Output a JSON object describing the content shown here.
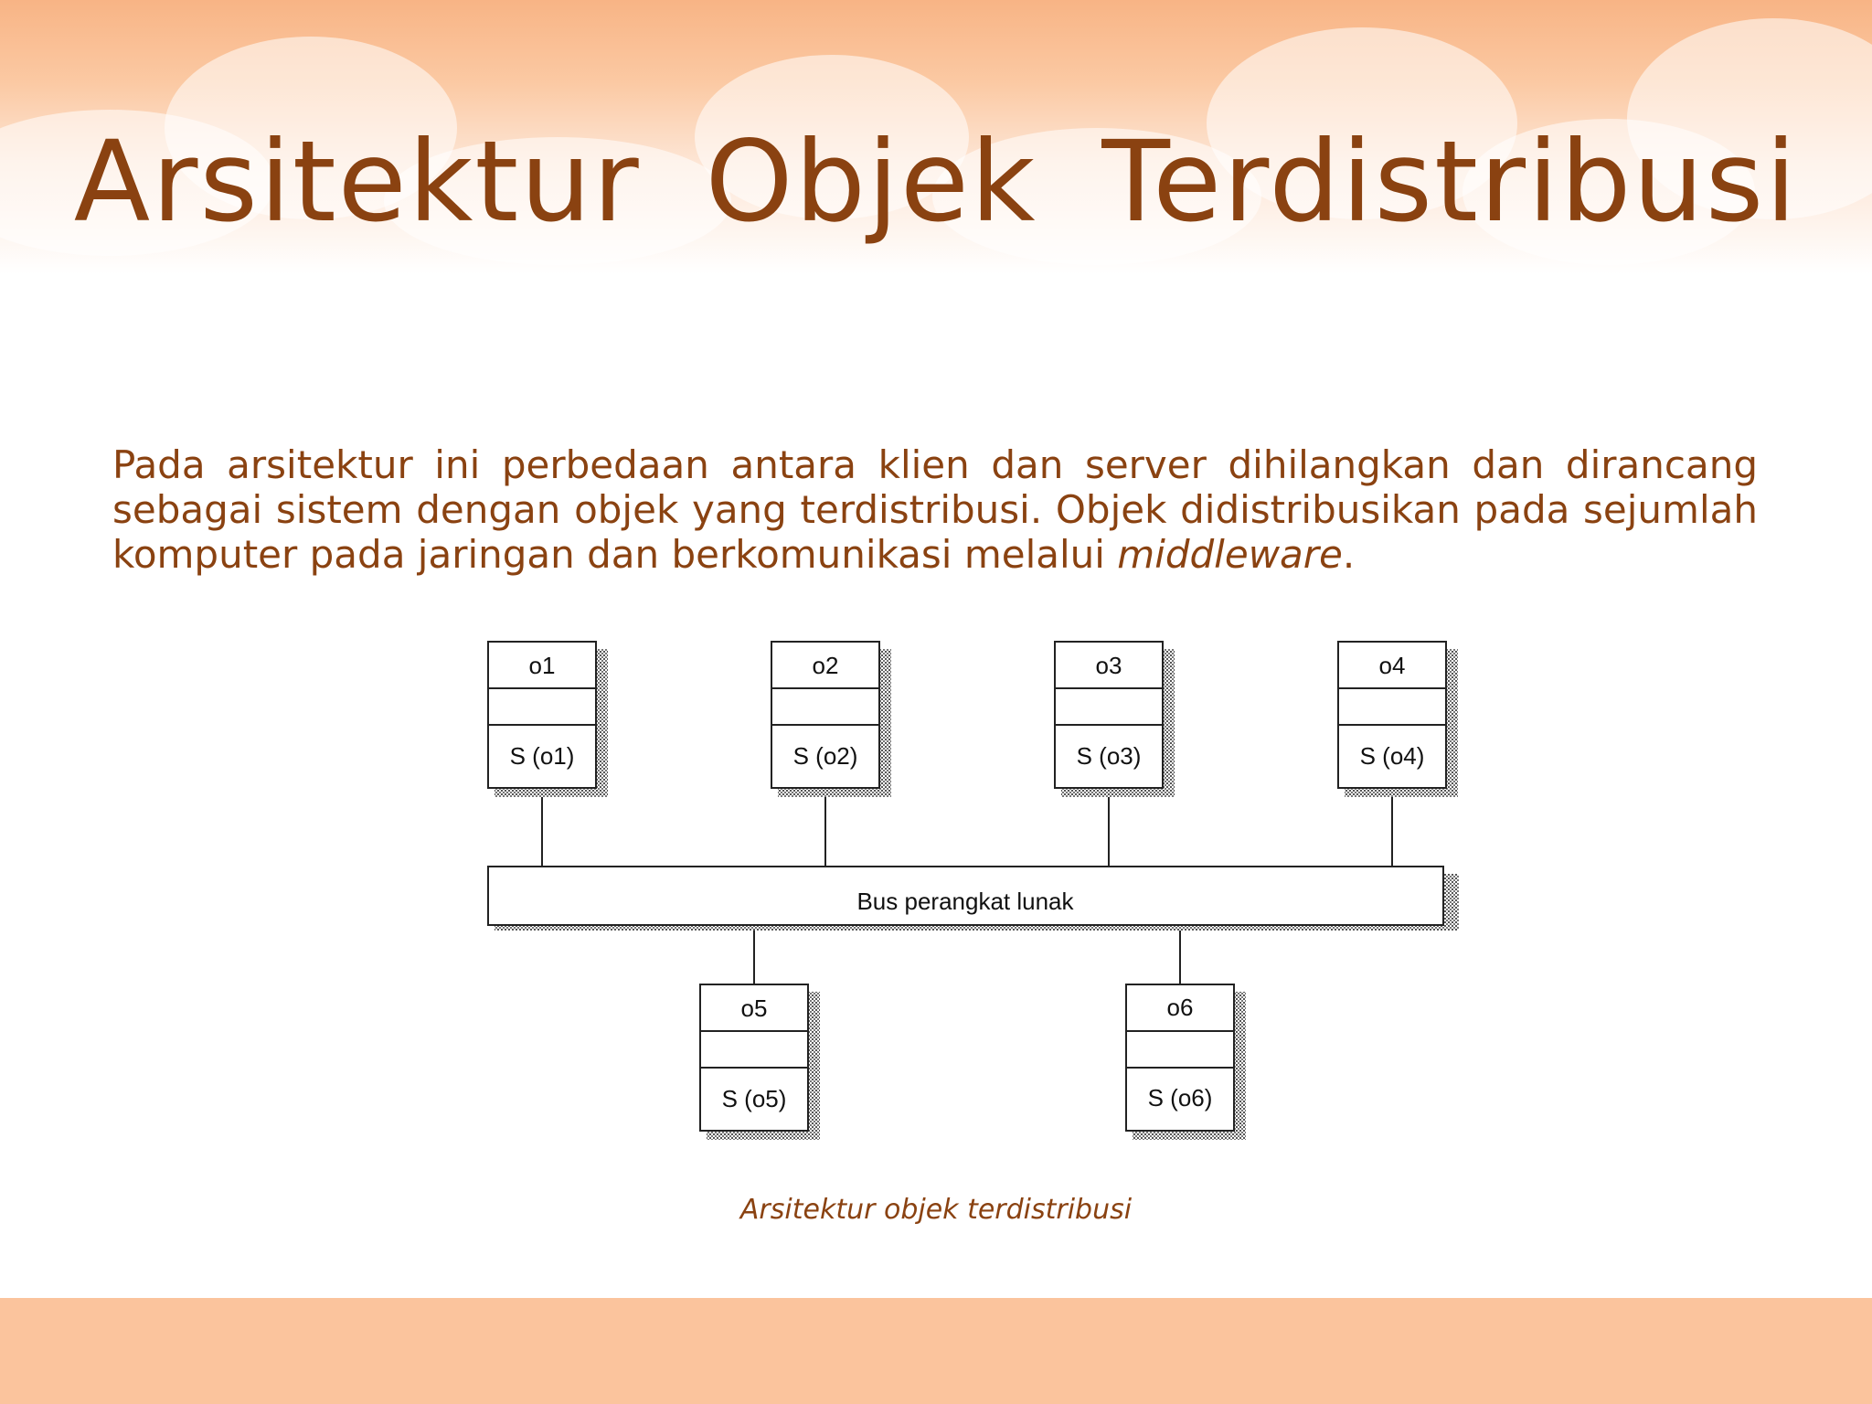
{
  "slide": {
    "title": "Arsitektur  Objek  Terdistribusi",
    "paragraph": {
      "text_before": "Pada arsitektur ini perbedaan antara klien dan server dihilangkan dan dirancang sebagai sistem dengan objek yang terdistribusi. Objek didistribusikan pada sejumlah komputer pada jaringan dan berkomunikasi melalui ",
      "emphasis": "middleware",
      "text_after": "."
    },
    "caption": "Arsitektur objek terdistribusi"
  },
  "diagram": {
    "bus_label": "Bus perangkat lunak",
    "objects_top": [
      {
        "name": "o1",
        "service": "S (o1)"
      },
      {
        "name": "o2",
        "service": "S (o2)"
      },
      {
        "name": "o3",
        "service": "S (o3)"
      },
      {
        "name": "o4",
        "service": "S (o4)"
      }
    ],
    "objects_bottom": [
      {
        "name": "o5",
        "service": "S (o5)"
      },
      {
        "name": "o6",
        "service": "S (o6)"
      }
    ]
  },
  "colors": {
    "title_text": "#8a4211",
    "band": "#fbc49d"
  }
}
